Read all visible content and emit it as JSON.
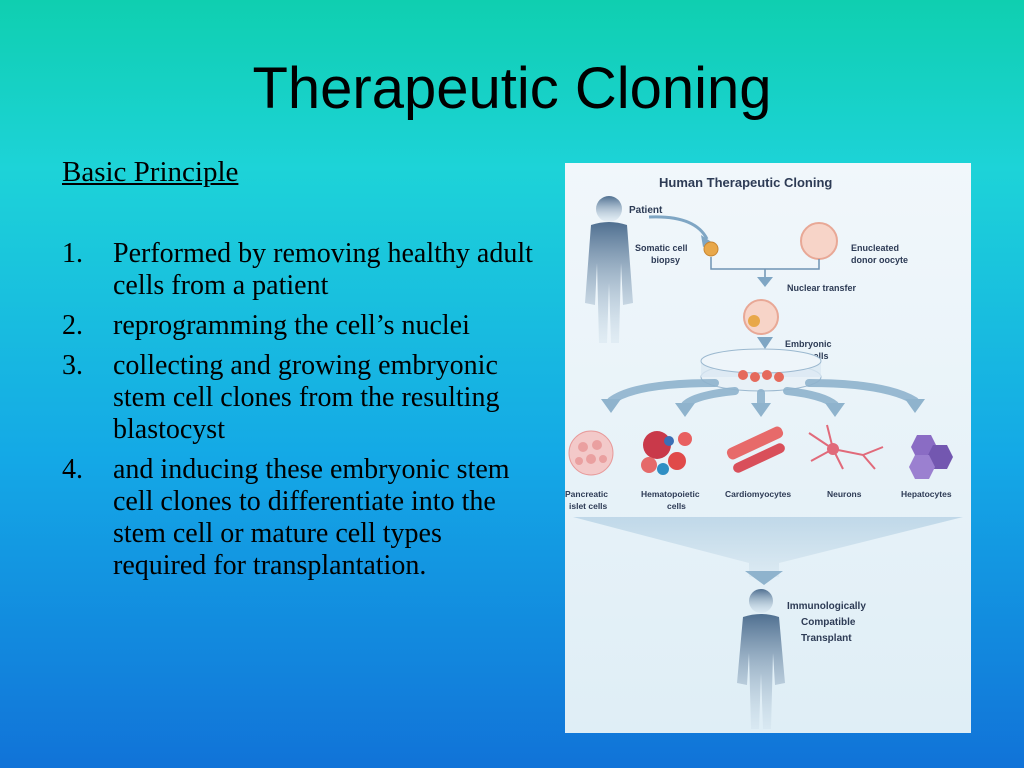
{
  "slide": {
    "title": "Therapeutic Cloning",
    "subheading": "Basic Principle",
    "steps": [
      {
        "num": "1.",
        "text": "Performed by removing healthy adult cells from a patient"
      },
      {
        "num": "2.",
        "text": "reprogramming the cell’s nuclei"
      },
      {
        "num": "3.",
        "text": "collecting and growing embryonic stem cell clones from the resulting blastocyst"
      },
      {
        "num": "4.",
        "text": "and inducing these embryonic stem cell clones to differentiate into the stem cell or mature cell types required for transplantation."
      }
    ]
  },
  "figure": {
    "title": "Human Therapeutic Cloning",
    "patient": "Patient",
    "somatic_1": "Somatic cell",
    "somatic_2": "biopsy",
    "enucleated_1": "Enucleated",
    "enucleated_2": "donor oocyte",
    "nuclear_transfer": "Nuclear transfer",
    "embryonic_1": "Embryonic",
    "embryonic_2": "stem cells",
    "cell_types": {
      "pancreatic_1": "Pancreatic",
      "pancreatic_2": "islet cells",
      "hemato_1": "Hematopoietic",
      "hemato_2": "cells",
      "cardio": "Cardiomyocytes",
      "neurons": "Neurons",
      "hepato": "Hepatocytes"
    },
    "transplant_1": "Immunologically",
    "transplant_2": "Compatible",
    "transplant_3": "Transplant"
  }
}
